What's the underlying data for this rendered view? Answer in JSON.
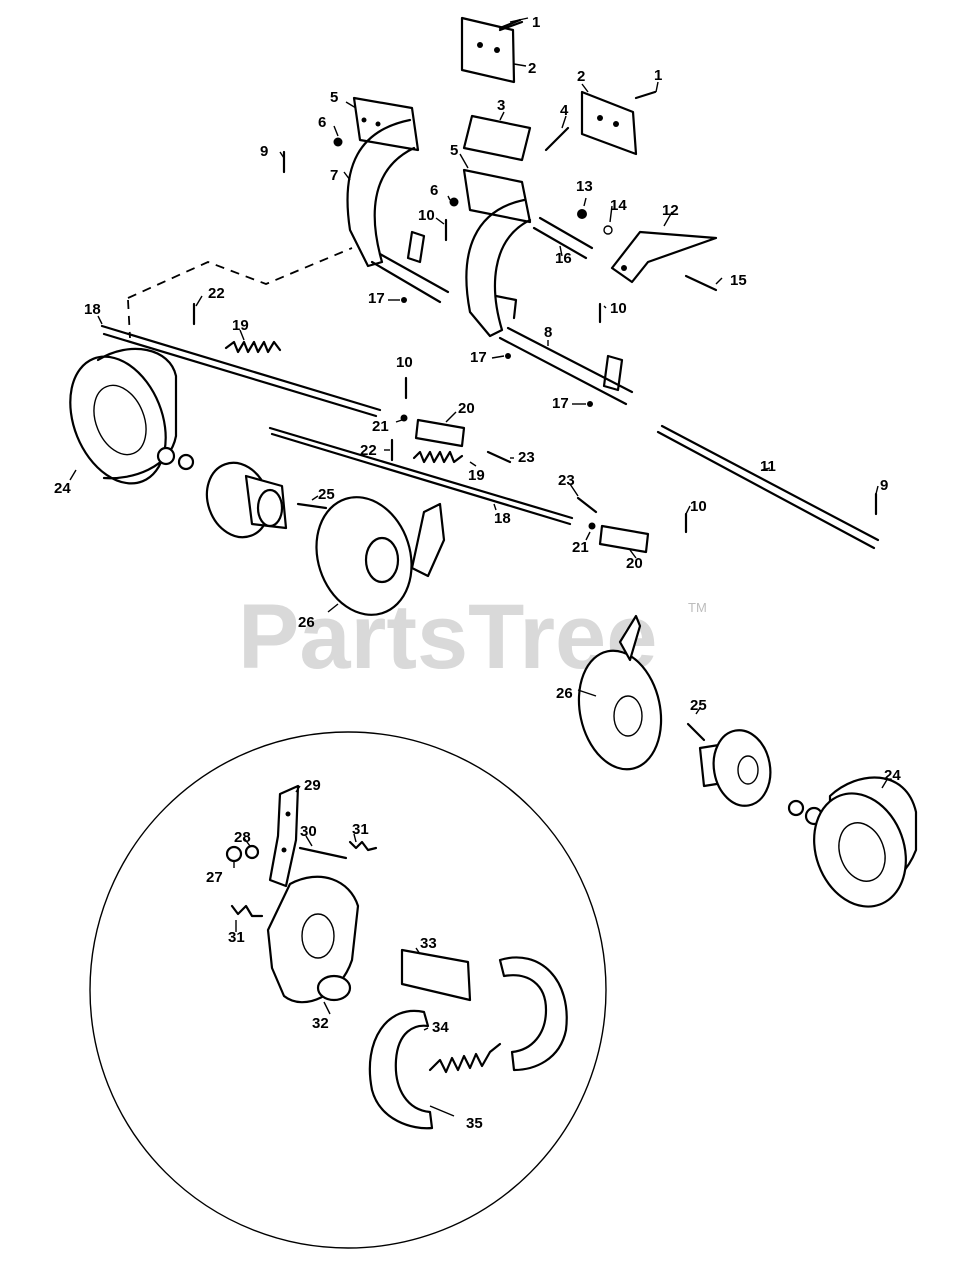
{
  "watermark": {
    "text": "PartsTree",
    "trademark": "TM"
  },
  "callouts": {
    "c1a": "1",
    "c1b": "1",
    "c2a": "2",
    "c2b": "2",
    "c3": "3",
    "c4": "4",
    "c5a": "5",
    "c5b": "5",
    "c6a": "6",
    "c6b": "6",
    "c7": "7",
    "c8": "8",
    "c9a": "9",
    "c9b": "9",
    "c10a": "10",
    "c10b": "10",
    "c10c": "10",
    "c10d": "10",
    "c11": "11",
    "c12": "12",
    "c13": "13",
    "c14": "14",
    "c15": "15",
    "c16": "16",
    "c17a": "17",
    "c17b": "17",
    "c17c": "17",
    "c18a": "18",
    "c18b": "18",
    "c19a": "19",
    "c19b": "19",
    "c20a": "20",
    "c20b": "20",
    "c21a": "21",
    "c21b": "21",
    "c22a": "22",
    "c22b": "22",
    "c23a": "23",
    "c23b": "23",
    "c24a": "24",
    "c24b": "24",
    "c25a": "25",
    "c25b": "25",
    "c26a": "26",
    "c26b": "26",
    "c27": "27",
    "c28": "28",
    "c29": "29",
    "c30": "30",
    "c31a": "31",
    "c31b": "31",
    "c32": "32",
    "c33": "33",
    "c34": "34",
    "c35": "35"
  }
}
